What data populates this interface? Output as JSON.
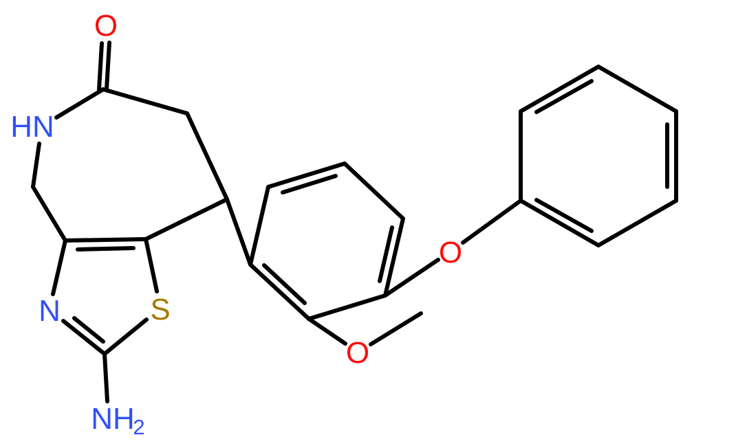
{
  "diagram": {
    "kind": "chemical-structure-skeletal-formula",
    "background_color": "#FFFFFF",
    "bond_color": "#000000",
    "atom_colors": {
      "oxygen": "#FF0D0D",
      "nitrogen": "#3050F8",
      "sulfur": "#A67C00"
    },
    "features": [
      "bicyclic 2-aminothiazole fused to seven-membered lactam (amide NH + C=O)",
      "central trisubstituted benzene ring bearing two ether oxygens",
      "methoxy group (O-CH3 stub)",
      "aryl ether linking to pendant benzene ring (top right)"
    ],
    "atoms": [
      {
        "id": "carbonyl-oxygen",
        "label": "O",
        "color": "#FF0D0D"
      },
      {
        "id": "amide-nh",
        "label": "HN",
        "color": "#3050F8"
      },
      {
        "id": "thiazole-n",
        "label": "N",
        "color": "#3050F8"
      },
      {
        "id": "thiazole-s",
        "label": "S",
        "color": "#A67C00"
      },
      {
        "id": "amine-nh2",
        "label": "NH",
        "subscript": "2",
        "color": "#3050F8"
      },
      {
        "id": "ether-o-upper",
        "label": "O",
        "color": "#FF0D0D"
      },
      {
        "id": "ether-o-lower",
        "label": "O",
        "color": "#FF0D0D"
      }
    ]
  }
}
